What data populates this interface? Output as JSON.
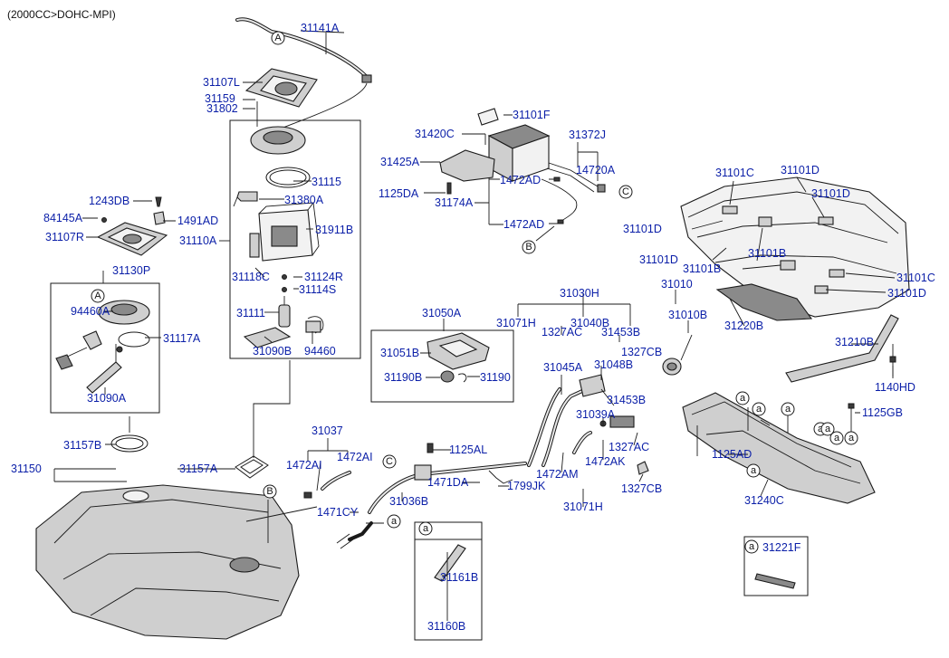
{
  "header": "(2000CC>DOHC-MPI)",
  "labels": [
    "31141A",
    "31107L",
    "31159",
    "31802",
    "31115",
    "31380A",
    "31911B",
    "31110A",
    "31118C",
    "31124R",
    "31114S",
    "31111",
    "31090B",
    "94460",
    "1243DB",
    "84145A",
    "1491AD",
    "31107R",
    "31130P",
    "94460A",
    "31117A",
    "31090A",
    "31101F",
    "31420C",
    "31372J",
    "31425A",
    "14720A",
    "1472AD",
    "1125DA",
    "31174A",
    "1472AD",
    "31101C",
    "31101D",
    "31101D",
    "31101D",
    "31101B",
    "31101D",
    "31101B",
    "31101C",
    "31101D",
    "31220B",
    "31030H",
    "31071H",
    "31040B",
    "1327AC",
    "31453B",
    "1327CB",
    "31010",
    "31010B",
    "31050A",
    "31051B",
    "31190B",
    "31190",
    "31045A",
    "31048B",
    "31453B",
    "31039A",
    "1327AC",
    "1472AM",
    "1472AK",
    "31071H",
    "1327CB",
    "31037",
    "1472AI",
    "1472AI",
    "1125AL",
    "1471DA",
    "1799JK",
    "31036B",
    "1471CY",
    "31157B",
    "31150",
    "31157A",
    "31161B",
    "31160B",
    "31221F",
    "31210B",
    "1140HD",
    "1125GB",
    "1125AD",
    "31240C"
  ],
  "callouts": [
    "A",
    "A",
    "B",
    "B",
    "C",
    "C",
    "a",
    "a",
    "a",
    "a",
    "a",
    "a",
    "a",
    "a",
    "a",
    "a",
    "a"
  ]
}
